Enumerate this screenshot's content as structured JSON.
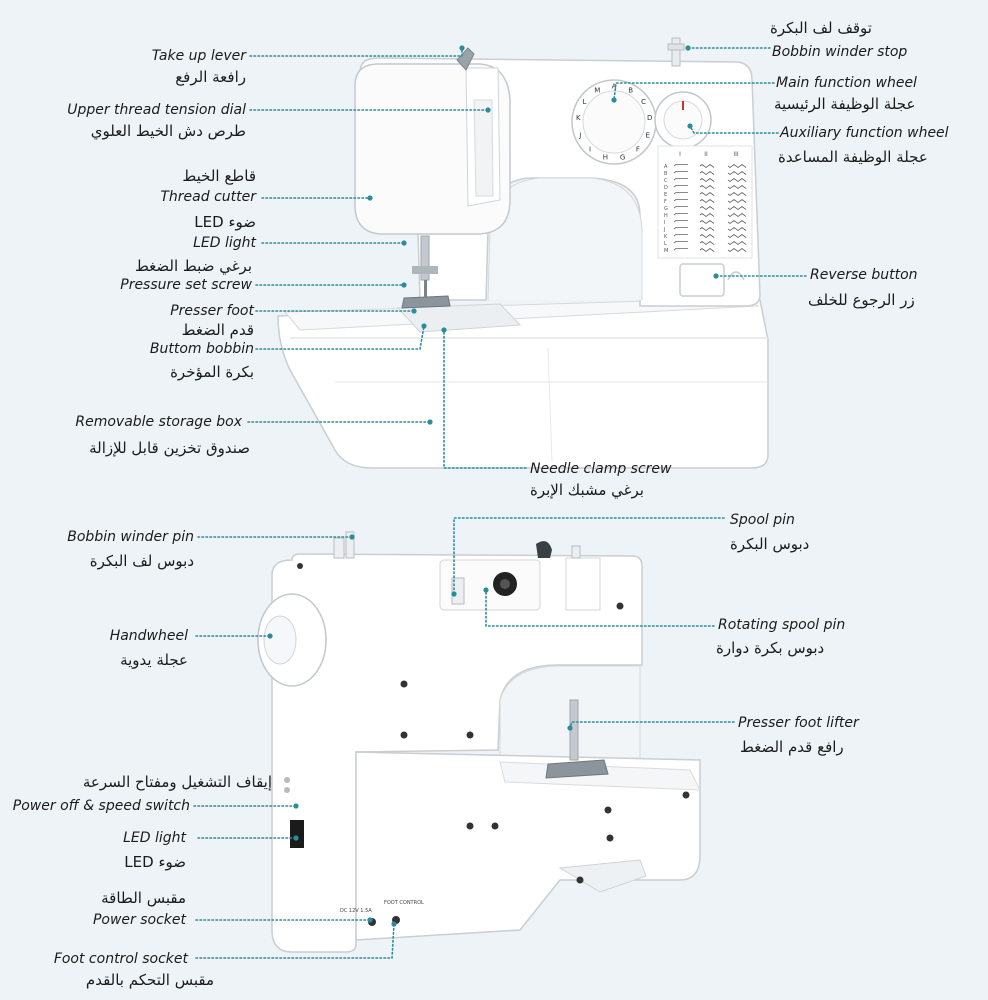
{
  "colors": {
    "leader": "#2d8b9a",
    "background": "#edf3f6",
    "body": "#ffffff",
    "outline": "#c9ced2"
  },
  "top_machine": {
    "left_labels": [
      {
        "en": "Take up lever",
        "ar": "رافعة الرفع"
      },
      {
        "en": "Upper thread tension dial",
        "ar": "طرص دش الخيط العلوي"
      },
      {
        "en": "Thread cutter",
        "ar": "قاطع الخيط"
      },
      {
        "en": "LED light",
        "ar": "ضوء LED"
      },
      {
        "en": "Pressure set screw",
        "ar": "برغي ضبط الضغط"
      },
      {
        "en": "Presser foot",
        "ar": "قدم الضغط"
      },
      {
        "en": "Buttom bobbin",
        "ar": "بكرة المؤخرة"
      },
      {
        "en": "Removable storage box",
        "ar": "صندوق تخزين قابل للإزالة"
      }
    ],
    "right_labels": [
      {
        "en": "Bobbin winder stop",
        "ar": "توقف لف البكرة"
      },
      {
        "en": "Main function wheel",
        "ar": "عجلة الوظيفة الرئيسية"
      },
      {
        "en": "Auxiliary function wheel",
        "ar": "عجلة الوظيفة المساعدة"
      },
      {
        "en": "Reverse button",
        "ar": "زر الرجوع للخلف"
      }
    ],
    "bottom_label": {
      "en": "Needle clamp screw",
      "ar": "برغي مشبك الإبرة"
    }
  },
  "bottom_machine": {
    "left_labels": [
      {
        "en": "Bobbin winder pin",
        "ar": "دبوس لف البكرة"
      },
      {
        "en": "Handwheel",
        "ar": "عجلة يدوية"
      },
      {
        "en": "Power off & speed switch",
        "ar": "إيقاف التشغيل ومفتاح السرعة"
      },
      {
        "en": "LED light",
        "ar": "ضوء LED"
      },
      {
        "en": "Power socket",
        "ar": "مقبس الطاقة"
      },
      {
        "en": "Foot control socket",
        "ar": "مقبس التحكم بالقدم"
      }
    ],
    "right_labels": [
      {
        "en": "Spool pin",
        "ar": "دبوس البكرة"
      },
      {
        "en": "Rotating spool pin",
        "ar": "دبوس بكرة دوارة"
      },
      {
        "en": "Presser foot lifter",
        "ar": "رافع قدم الضغط"
      }
    ]
  },
  "dial_letters": "ABCDEFGHIJKLM",
  "panel_headers": [
    "I",
    "II",
    "III"
  ],
  "socket_labels": [
    "DC 12V 1.5A",
    "FOOT CONTROL"
  ]
}
